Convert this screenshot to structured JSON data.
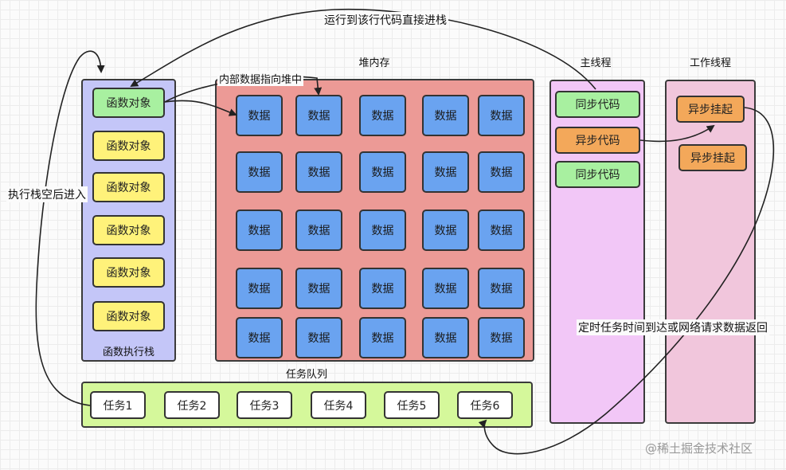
{
  "diagram": {
    "top_annotation": "运行到该行代码直接进栈",
    "pointer_annotation": "内部数据指向堆中",
    "empty_annotation": "执行栈空后进入",
    "callback_annotation": "定时任务时间到达或网络请求数据返回",
    "stack": {
      "title": "函数执行栈",
      "items": [
        "函数对象",
        "函数对象",
        "函数对象",
        "函数对象",
        "函数对象",
        "函数对象"
      ]
    },
    "heap": {
      "title": "堆内存",
      "cell_label": "数据"
    },
    "main_thread": {
      "title": "主线程",
      "items": [
        "同步代码",
        "异步代码",
        "同步代码"
      ]
    },
    "worker_thread": {
      "title": "工作线程",
      "items": [
        "异步挂起",
        "异步挂起"
      ]
    },
    "queue": {
      "title": "任务队列",
      "items": [
        "任务1",
        "任务2",
        "任务3",
        "任务4",
        "任务5",
        "任务6"
      ]
    },
    "watermark": "@稀土掘金技术社区"
  }
}
